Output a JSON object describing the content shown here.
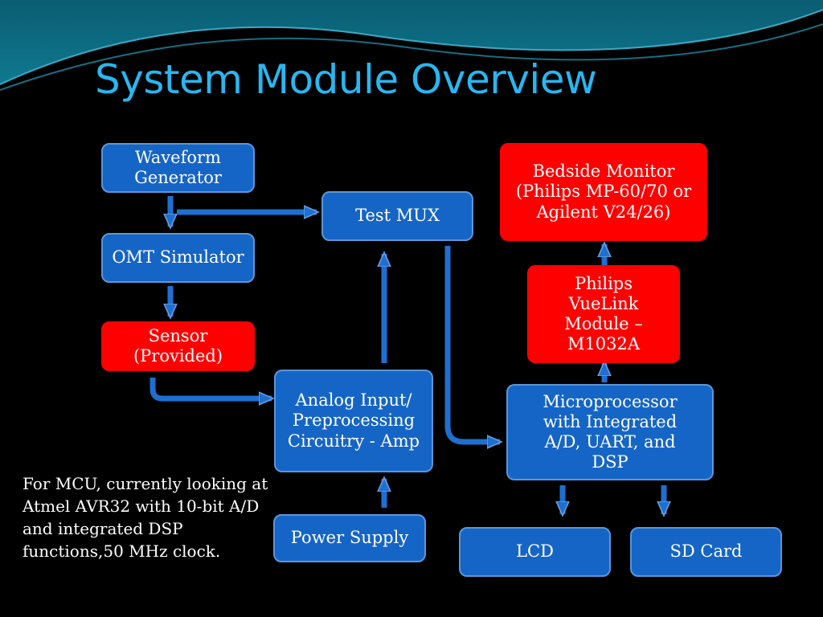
{
  "slide": {
    "title": "System Module Overview",
    "note": "For MCU, currently looking at  Atmel AVR32 with 10-bit A/D and integrated DSP functions,50 MHz clock."
  },
  "blocks": {
    "waveform_generator": "Waveform Generator",
    "omt_simulator": "OMT Simulator",
    "sensor": "Sensor (Provided)",
    "test_mux": "Test MUX",
    "analog_input": "Analog Input/ Preprocessing Circuitry - Amp",
    "power_supply": "Power Supply",
    "bedside_monitor": "Bedside Monitor (Philips MP-60/70 or Agilent V24/26)",
    "vuelink_module": "Philips VueLink Module – M1032A",
    "microprocessor": "Microprocessor with Integrated A/D, UART, and DSP",
    "lcd": "LCD",
    "sd_card": "SD Card"
  },
  "colors": {
    "title": "#29b6f0",
    "block_fill": "#1565c6",
    "block_border": "#5b96d8",
    "highlight_fill": "#fe0000",
    "arrow": "#1e6fd0",
    "header_wave": "#0e6f86"
  }
}
